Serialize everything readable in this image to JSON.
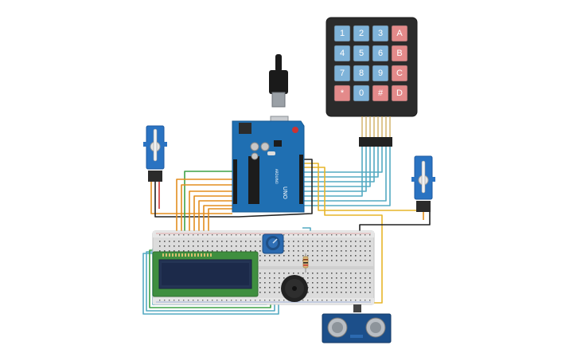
{
  "keypad": {
    "rows": [
      [
        "1",
        "2",
        "3",
        "A"
      ],
      [
        "4",
        "5",
        "6",
        "B"
      ],
      [
        "7",
        "8",
        "9",
        "C"
      ],
      [
        "*",
        "0",
        "#",
        "D"
      ]
    ]
  },
  "arduino": {
    "model_label": "UNO",
    "brand_label": "ARDUINO"
  },
  "colors": {
    "board_blue": "#1f6fb2",
    "keypad_body": "#2b2b2b",
    "key_blue": "#7fb3d9",
    "key_red": "#e38a8a",
    "breadboard": "#dcdcdc",
    "lcd_green": "#3f8f3f",
    "lcd_screen": "#1c2a4a",
    "sensor_blue": "#1c4f8a",
    "servo_blue": "#2a73c2",
    "buzzer": "#222222",
    "wire_orange": "#e38d1e",
    "wire_green": "#3ea247",
    "wire_teal": "#54aac2",
    "wire_yellow": "#e7b52a",
    "wire_black": "#222222"
  }
}
